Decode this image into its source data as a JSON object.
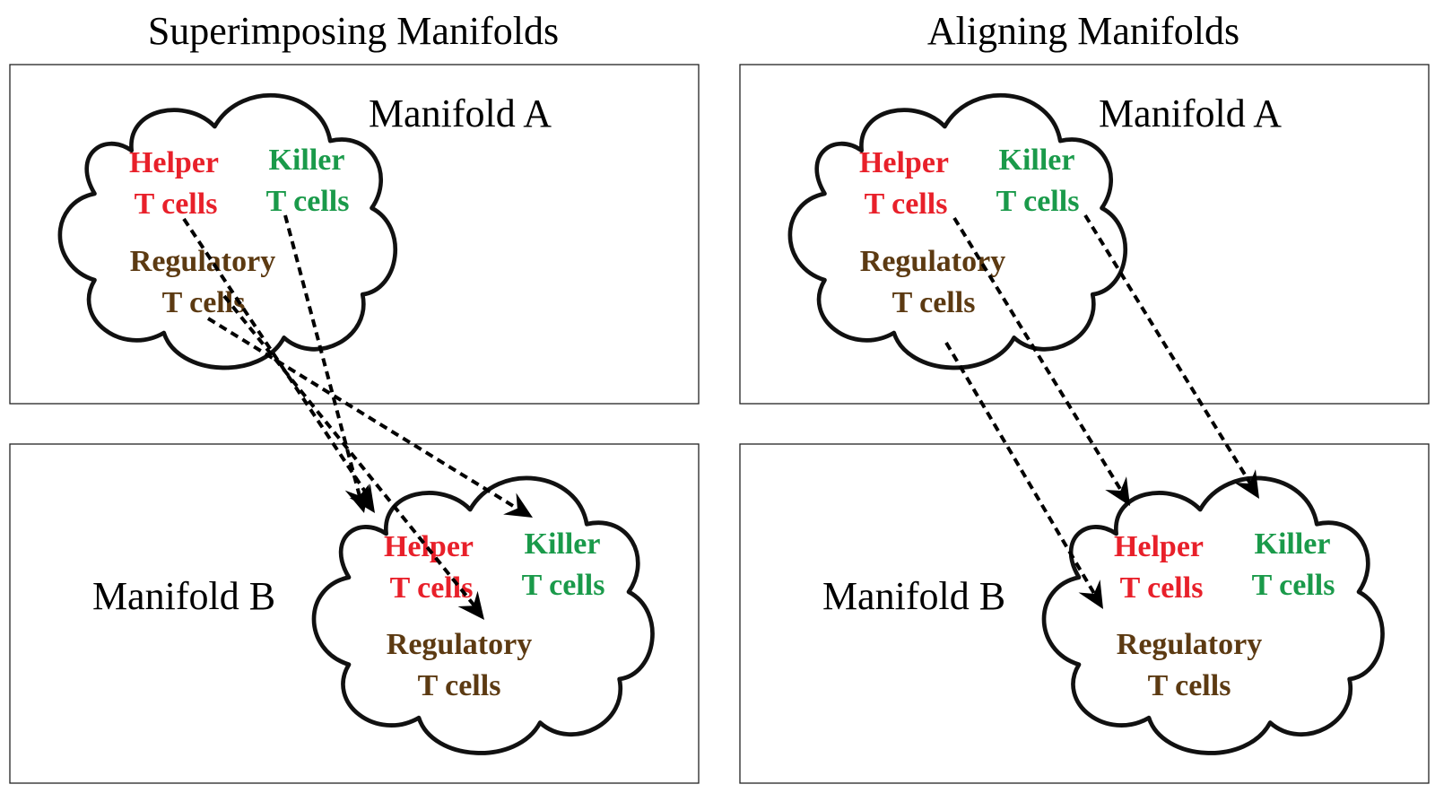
{
  "colors": {
    "helper": "#e8202a",
    "killer": "#1a9a4a",
    "regulatory": "#5c3a12"
  },
  "panels": [
    {
      "title": "Superimposing Manifolds",
      "manifold_a": {
        "label": "Manifold A",
        "helper": [
          "Helper",
          "T cells"
        ],
        "killer": [
          "Killer",
          "T cells"
        ],
        "regulatory": [
          "Regulatory",
          "T cells"
        ]
      },
      "manifold_b": {
        "label": "Manifold B",
        "helper": [
          "Helper",
          "T cells"
        ],
        "killer": [
          "Killer",
          "T cells"
        ],
        "regulatory": [
          "Regulatory",
          "T cells"
        ]
      }
    },
    {
      "title": "Aligning Manifolds",
      "manifold_a": {
        "label": "Manifold A",
        "helper": [
          "Helper",
          "T cells"
        ],
        "killer": [
          "Killer",
          "T cells"
        ],
        "regulatory": [
          "Regulatory",
          "T cells"
        ]
      },
      "manifold_b": {
        "label": "Manifold B",
        "helper": [
          "Helper",
          "T cells"
        ],
        "killer": [
          "Killer",
          "T cells"
        ],
        "regulatory": [
          "Regulatory",
          "T cells"
        ]
      }
    }
  ]
}
